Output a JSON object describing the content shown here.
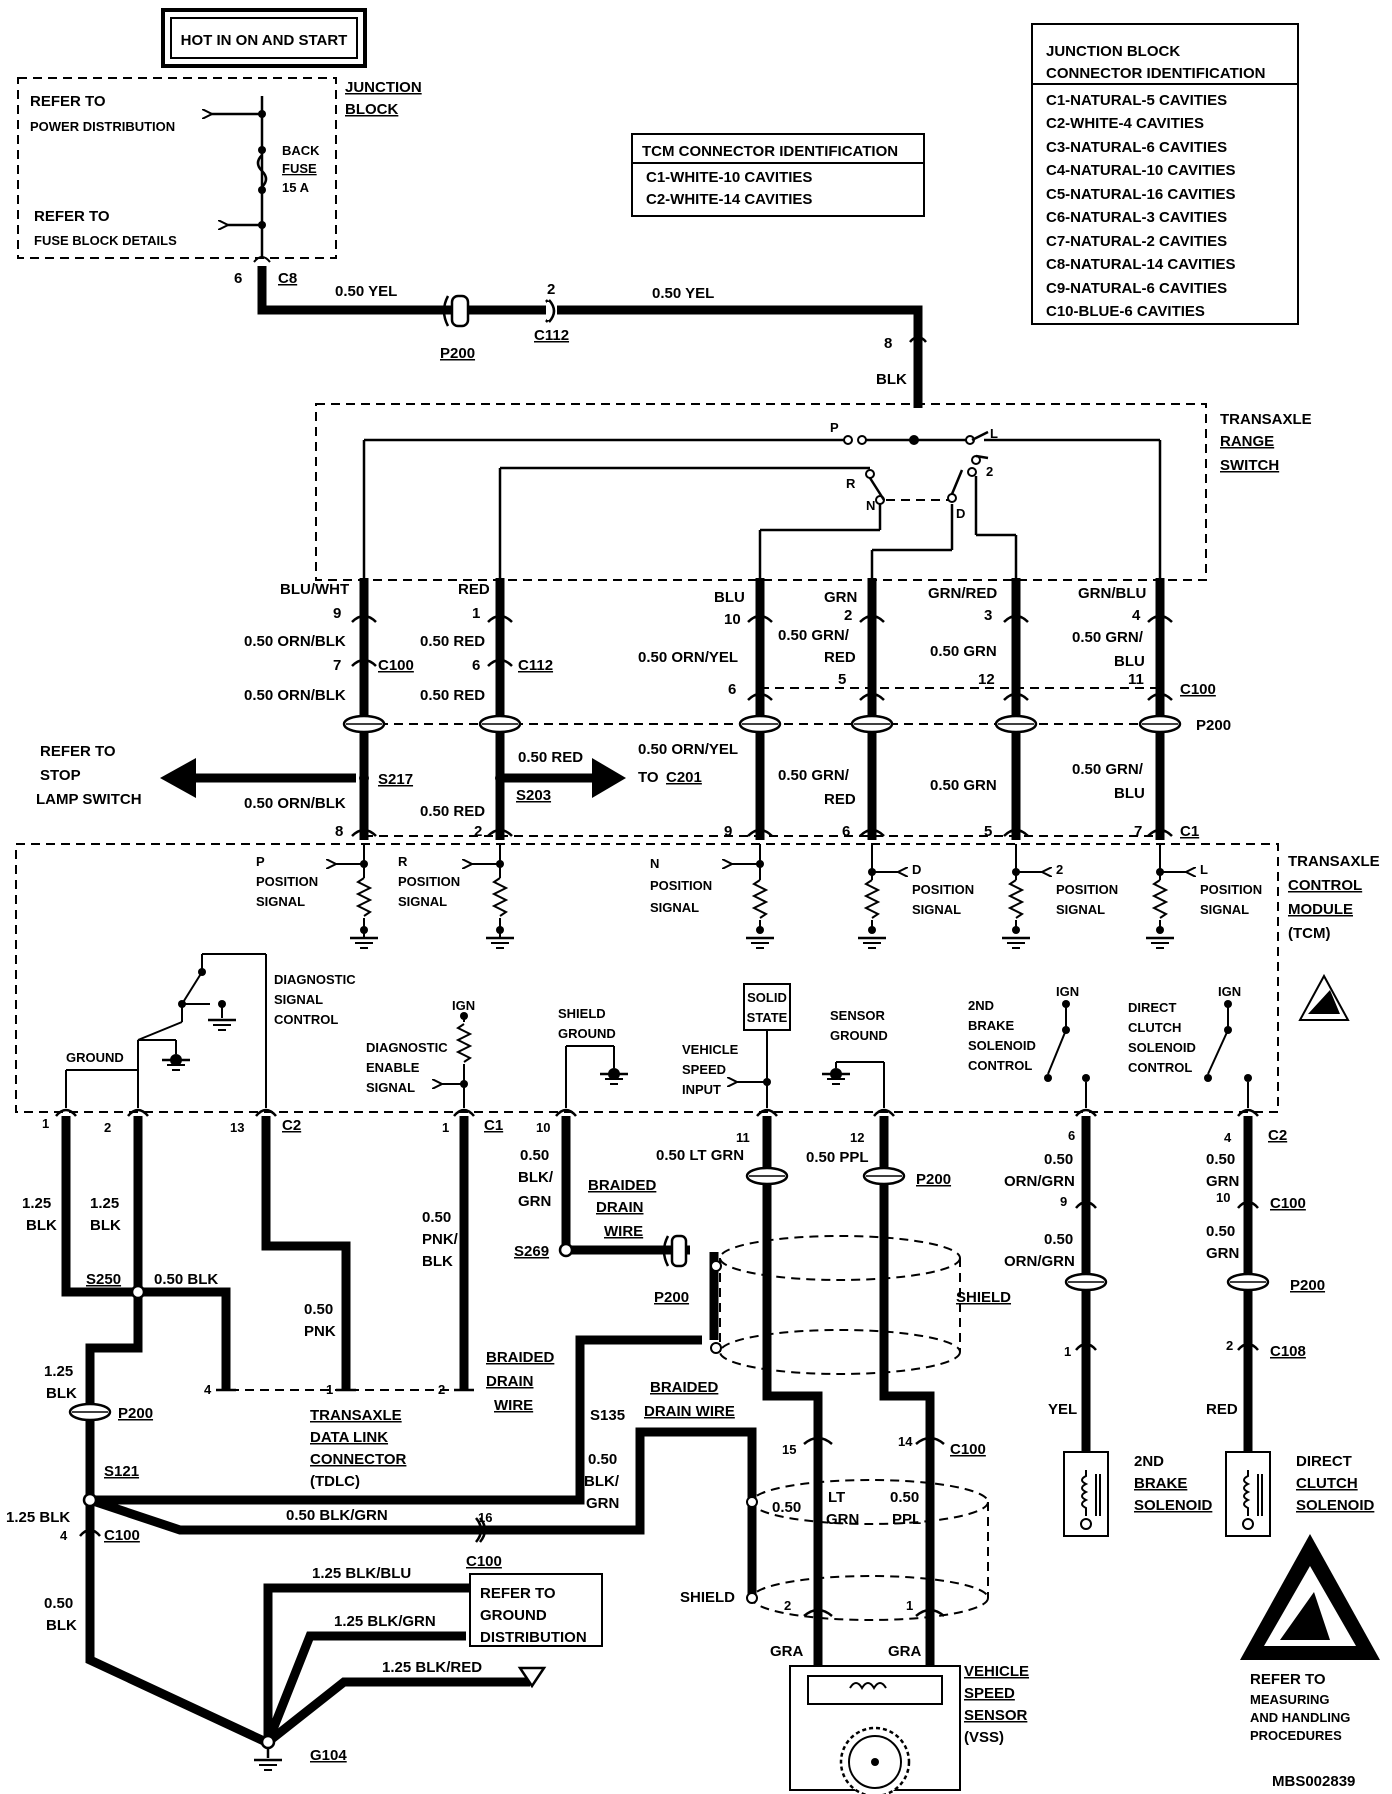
{
  "hot_box": "HOT IN ON AND START",
  "junction_block": {
    "title": [
      "JUNCTION",
      "BLOCK"
    ],
    "refer_power": [
      "REFER TO",
      "POWER DISTRIBUTION"
    ],
    "refer_fuse": [
      "REFER TO",
      "FUSE BLOCK DETAILS"
    ],
    "fuse": [
      "BACK",
      "FUSE",
      "15 A"
    ],
    "pin": "6",
    "conn": "C8"
  },
  "jb_conn_id": {
    "title": [
      "JUNCTION BLOCK",
      "CONNECTOR IDENTIFICATION"
    ],
    "rows": [
      "C1-NATURAL-5 CAVITIES",
      "C2-WHITE-4 CAVITIES",
      "C3-NATURAL-6 CAVITIES",
      "C4-NATURAL-10 CAVITIES",
      "C5-NATURAL-16 CAVITIES",
      "C6-NATURAL-3 CAVITIES",
      "C7-NATURAL-2 CAVITIES",
      "C8-NATURAL-14 CAVITIES",
      "C9-NATURAL-6 CAVITIES",
      "C10-BLUE-6 CAVITIES"
    ]
  },
  "tcm_conn_id": {
    "title": "TCM CONNECTOR IDENTIFICATION",
    "rows": [
      "C1-WHITE-10 CAVITIES",
      "C2-WHITE-14 CAVITIES"
    ]
  },
  "top_wire": {
    "left": "0.50 YEL",
    "right": "0.50 YEL",
    "p200": "P200",
    "c112_pin": "2",
    "c112": "C112",
    "pin8": "8",
    "blk": "BLK"
  },
  "range_switch": {
    "title": [
      "TRANSAXLE",
      "RANGE",
      "SWITCH"
    ],
    "positions": [
      "P",
      "R",
      "N",
      "D",
      "2",
      "L"
    ]
  },
  "cols": {
    "a": {
      "top": "BLU/WHT",
      "pin1": "9",
      "g1": "0.50 ORN/BLK",
      "pin2": "7",
      "g2": "0.50 ORN/BLK",
      "conn": "C100",
      "g3": "0.50 ORN/BLK",
      "splice": "S217",
      "pin3": "8"
    },
    "b": {
      "top": "RED",
      "pin1": "1",
      "g1": "0.50 RED",
      "pin2": "6",
      "g2": "0.50 RED",
      "conn": "C112",
      "g3": "0.50 RED",
      "g4": "0.50 RED",
      "splice": "S203",
      "pin3": "2"
    },
    "c": {
      "top": "BLU",
      "pin1": "10",
      "g1": "0.50 ORN/YEL",
      "pin2": "6",
      "g2": "0.50 ORN/YEL",
      "to": "TO",
      "to_conn": "C201",
      "pin3": "9"
    },
    "d": {
      "top": "GRN",
      "pin1": "2",
      "g1a": "0.50 GRN/",
      "g1b": "RED",
      "pin2": "5",
      "g2a": "0.50 GRN/",
      "g2b": "RED",
      "pin3": "6"
    },
    "e": {
      "top": "GRN/RED",
      "pin1": "3",
      "g1": "0.50 GRN",
      "pin2": "12",
      "g2": "0.50 GRN",
      "pin3": "5"
    },
    "f": {
      "top": "GRN/BLU",
      "pin1": "4",
      "g1a": "0.50 GRN/",
      "g1b": "BLU",
      "pin2": "11",
      "conn": "C100",
      "g2a": "0.50 GRN/",
      "g2b": "BLU",
      "pin3": "7",
      "conn3": "C1"
    }
  },
  "p200_row": "P200",
  "refer_stop": [
    "REFER TO",
    "STOP",
    "LAMP SWITCH"
  ],
  "tcm": {
    "title": [
      "TRANSAXLE",
      "CONTROL",
      "MODULE",
      "(TCM)"
    ],
    "signals": [
      [
        "P",
        "POSITION",
        "SIGNAL"
      ],
      [
        "R",
        "POSITION",
        "SIGNAL"
      ],
      [
        "N",
        "POSITION",
        "SIGNAL"
      ],
      [
        "D",
        "POSITION",
        "SIGNAL"
      ],
      [
        "2",
        "POSITION",
        "SIGNAL"
      ],
      [
        "L",
        "POSITION",
        "SIGNAL"
      ]
    ],
    "diag_ctrl": [
      "DIAGNOSTIC",
      "SIGNAL",
      "CONTROL"
    ],
    "ground": "GROUND",
    "ign": "IGN",
    "diag_enable": [
      "DIAGNOSTIC",
      "ENABLE",
      "SIGNAL"
    ],
    "shield_ground": [
      "SHIELD",
      "GROUND"
    ],
    "solid_state": [
      "SOLID",
      "STATE"
    ],
    "vss_input": [
      "VEHICLE",
      "SPEED",
      "INPUT"
    ],
    "sensor_ground": [
      "SENSOR",
      "GROUND"
    ],
    "brake2": [
      "2ND",
      "BRAKE",
      "SOLENOID",
      "CONTROL"
    ],
    "clutch": [
      "DIRECT",
      "CLUTCH",
      "SOLENOID",
      "CONTROL"
    ]
  },
  "bottom_pins": {
    "p1": "1",
    "p2": "2",
    "p13": "13",
    "c2": "C2",
    "p1b": "1",
    "c1": "C1",
    "p10": "10",
    "p11": "11",
    "p12": "12",
    "p6": "6",
    "p4": "4",
    "c2r": "C2"
  },
  "lower": {
    "blk_a": [
      "1.25",
      "BLK"
    ],
    "blk_b": [
      "1.25",
      "BLK"
    ],
    "s250": "S250",
    "blk050": "0.50 BLK",
    "pnk": [
      "0.50",
      "PNK"
    ],
    "pnkblk": [
      "0.50",
      "PNK/",
      "BLK"
    ],
    "blkgrn": [
      "0.50",
      "BLK/",
      "GRN"
    ],
    "braided1": [
      "BRAIDED",
      "DRAIN",
      "WIRE"
    ],
    "s269": "S269",
    "p200b": "P200",
    "ltgrn": "0.50 LT GRN",
    "ppl": "0.50 PPL",
    "p200c": "P200",
    "shield": "SHIELD",
    "tdlc": [
      "TRANSAXLE",
      "DATA LINK",
      "CONNECTOR",
      "(TDLC)"
    ],
    "tdlc_pins": [
      "4",
      "1",
      "2"
    ],
    "blk125b": [
      "1.25",
      "BLK"
    ],
    "p200d": "P200",
    "s121": "S121",
    "blk125c": "1.25  BLK",
    "p4": "4",
    "c100a": "C100",
    "blkgrn2": "0.50 BLK/GRN",
    "p16": "16",
    "c100b": "C100",
    "braided2": [
      "BRAIDED",
      "DRAIN",
      "WIRE"
    ],
    "s135": "S135",
    "blkgrn3": [
      "0.50",
      "BLK/",
      "GRN"
    ],
    "braided3": [
      "BRAIDED",
      "DRAIN WIRE"
    ],
    "p15": "15",
    "p14": "14",
    "c100c": "C100",
    "w050": "0.50",
    "ltgrn2": [
      "LT",
      "GRN"
    ],
    "ppl2": [
      "0.50",
      "PPL"
    ],
    "shield2": "SHIELD",
    "p2": "2",
    "p1": "1",
    "gra1": "GRA",
    "gra2": "GRA",
    "vss": [
      "VEHICLE",
      "SPEED",
      "SENSOR",
      "(VSS)"
    ],
    "blk050b": [
      "0.50",
      "BLK"
    ],
    "blkblu": "1.25 BLK/BLU",
    "blkgrn4": "1.25 BLK/GRN",
    "blkred": "1.25 BLK/RED",
    "refer_ground": [
      "REFER TO",
      "GROUND",
      "DISTRIBUTION"
    ],
    "g104": "G104",
    "r_pins": {
      "p6": "6",
      "p4": "4",
      "g1": [
        "0.50",
        "ORN/GRN"
      ],
      "g2": [
        "0.50",
        "GRN"
      ],
      "p9": "9",
      "p10": "10",
      "c100": "C100",
      "g3": [
        "0.50",
        "ORN/GRN"
      ],
      "g4": [
        "0.50",
        "GRN"
      ],
      "p200": "P200",
      "p1": "1",
      "p2": "2",
      "c108": "C108",
      "yel": "YEL",
      "red": "RED"
    },
    "brake_sol": [
      "2ND",
      "BRAKE",
      "SOLENOID"
    ],
    "clutch_sol": [
      "DIRECT",
      "CLUTCH",
      "SOLENOID"
    ],
    "esd": [
      "REFER TO",
      "MEASURING",
      "AND HANDLING",
      "PROCEDURES"
    ],
    "code": "MBS002839"
  }
}
